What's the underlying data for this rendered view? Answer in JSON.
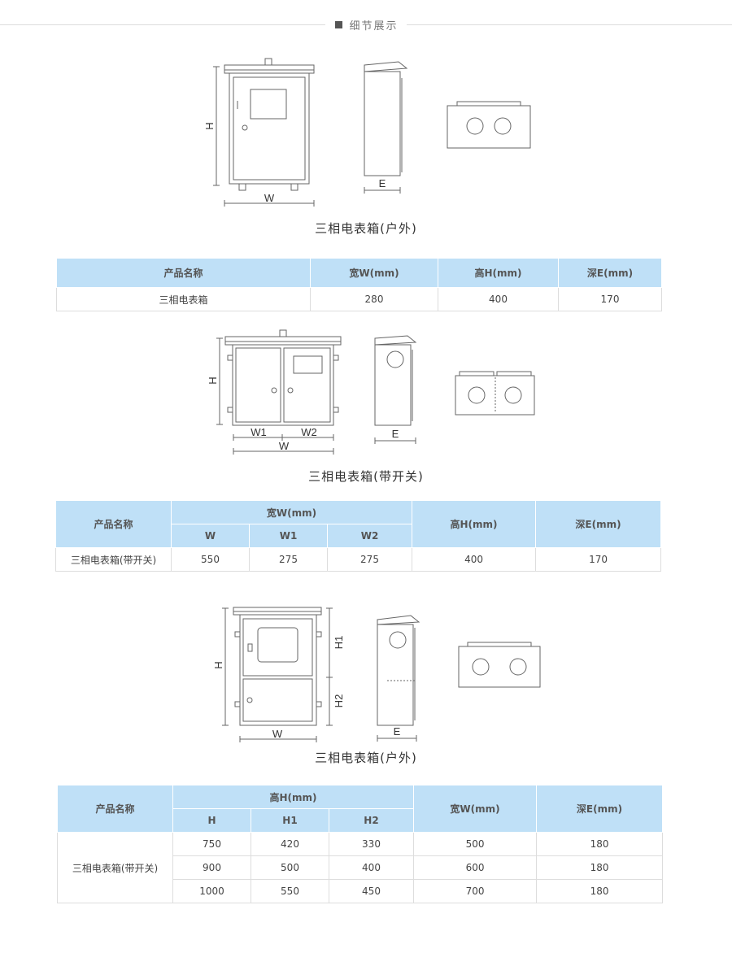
{
  "header": {
    "title": "细节展示"
  },
  "diagram_labels": {
    "H": "H",
    "W": "W",
    "E": "E",
    "W1": "W1",
    "W2": "W2",
    "H1": "H1",
    "H2": "H2"
  },
  "sections": [
    {
      "caption": "三相电表箱(户外)",
      "table": {
        "headers": [
          "产品名称",
          "宽W(mm)",
          "高H(mm)",
          "深E(mm)"
        ],
        "rows": [
          [
            "三相电表箱",
            "280",
            "400",
            "170"
          ]
        ]
      }
    },
    {
      "caption": "三相电表箱(带开关)",
      "table": {
        "headers": {
          "name": "产品名称",
          "width_group": "宽W(mm)",
          "sub": [
            "W",
            "W1",
            "W2"
          ],
          "height": "高H(mm)",
          "depth": "深E(mm)"
        },
        "rows": [
          [
            "三相电表箱(带开关)",
            "550",
            "275",
            "275",
            "400",
            "170"
          ]
        ]
      }
    },
    {
      "caption": "三相电表箱(户外)",
      "table": {
        "headers": {
          "name": "产品名称",
          "height_group": "高H(mm)",
          "sub": [
            "H",
            "H1",
            "H2"
          ],
          "width": "宽W(mm)",
          "depth": "深E(mm)"
        },
        "product_name": "三相电表箱(带开关)",
        "rows": [
          [
            "750",
            "420",
            "330",
            "500",
            "180"
          ],
          [
            "900",
            "500",
            "400",
            "600",
            "180"
          ],
          [
            "1000",
            "550",
            "450",
            "700",
            "180"
          ]
        ]
      }
    }
  ]
}
